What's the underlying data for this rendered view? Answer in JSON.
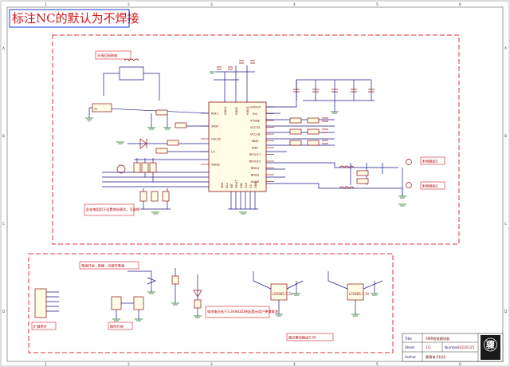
{
  "title": "标注NC的默认为不焊接",
  "notes": {
    "antenna_top": "天线匹配网络",
    "resistor_note": "此处电阻用于设置地址模式，可选焊",
    "power_switch": "电源开关 , 按键 , 可调节电源",
    "led_note": "电池电压低于3.3V时LED亮起提示用户更换电池",
    "reg_note": "稳压模块输出3.3V",
    "rf_out1": "射频输出1",
    "rf_out2": "射频输出2",
    "header": "扩展排针",
    "switch_block": "拨码开关"
  },
  "main_ic": {
    "left_pins": [
      "REF1",
      "XRST",
      "OSC32",
      "LO",
      "VDDD"
    ],
    "right_pins": [
      "CLKOUT",
      "IO1",
      "VTUNE",
      "VCC33",
      "VCC18",
      "VBAT",
      "IREF",
      "RFOUT1",
      "RFOUT2",
      "RFIN1",
      "RFIN2",
      "AGND"
    ],
    "bottom_pins": [
      "SDA",
      "SCL",
      "INT",
      "DOUT",
      "DIN",
      "CLK",
      "CS",
      "GND"
    ],
    "top_pins": [
      "VDD1",
      "VDD2",
      "VDD3"
    ]
  },
  "regulators": [
    {
      "label": "LP2985-3.3V"
    },
    {
      "label": "LP2985-3.3V"
    }
  ],
  "title_block": {
    "title_label": "Title",
    "title_value": "AMR智能模块板",
    "sheet_label": "Sheet",
    "sheet_value": "1/1",
    "number_label": "Number",
    "number_value": "20231125",
    "author_label": "Author",
    "author_value": "骤骤电子科技",
    "logo_text": "骤"
  },
  "grid": {
    "columns": [
      "1",
      "2",
      "3",
      "4",
      "5",
      "6"
    ],
    "rows": [
      "A",
      "B",
      "C",
      "D"
    ]
  },
  "colors": {
    "border": "#d42020",
    "wire": "#1a1a8a",
    "component": "#8a1010",
    "chip_fill": "#fffde6",
    "note": "#b00000",
    "background": "#ffffff"
  }
}
